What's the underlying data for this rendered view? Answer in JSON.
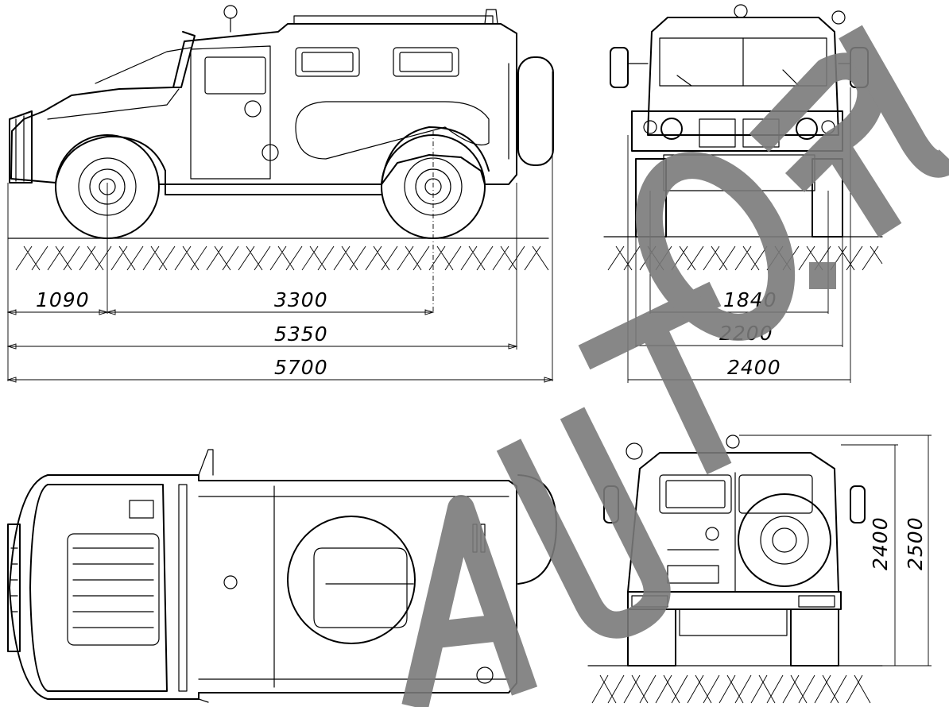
{
  "side_view": {
    "dims": [
      "1090",
      "3300",
      "5350",
      "5700"
    ]
  },
  "front_view": {
    "dims": [
      "1840",
      "2200",
      "2400"
    ]
  },
  "rear_view": {
    "dims": [
      "2400",
      "2500"
    ]
  },
  "watermark": {
    "letters": [
      "R",
      "U",
      ".",
      "O",
      "T",
      "U",
      "A"
    ],
    "color": "#7a7a7a"
  }
}
